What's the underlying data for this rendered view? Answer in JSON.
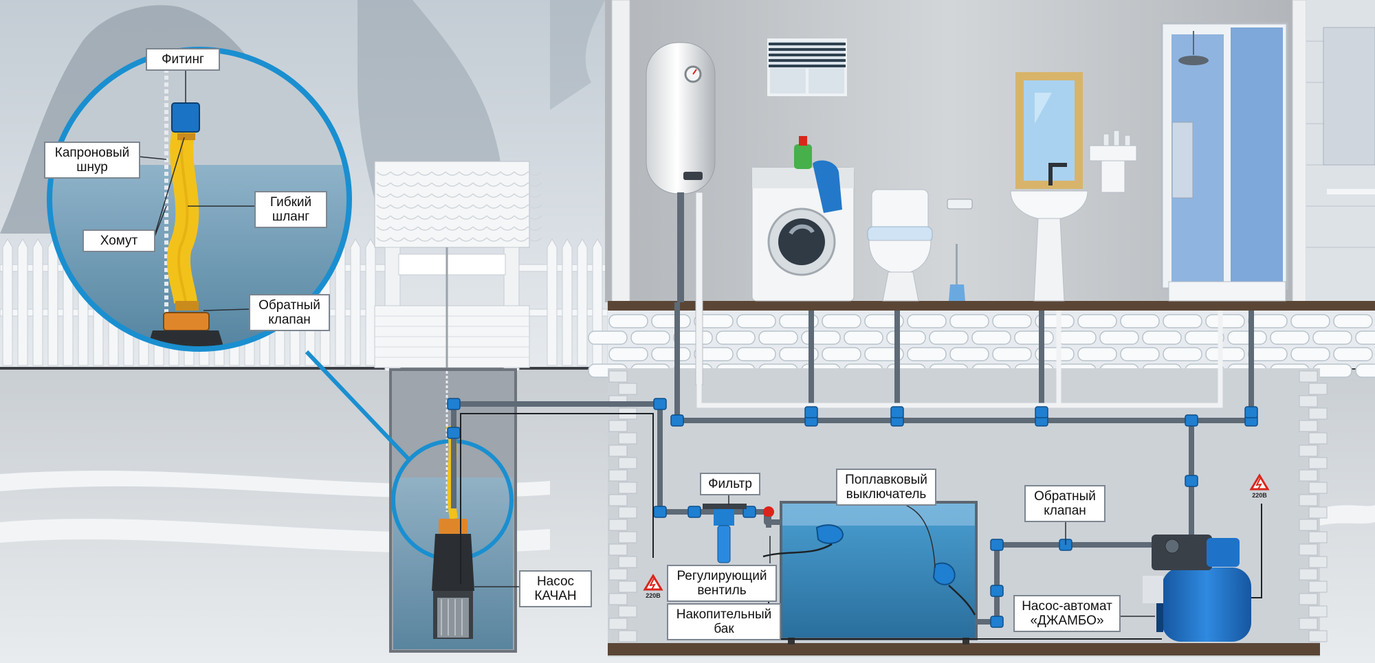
{
  "labels": {
    "fitting": "Фитинг",
    "nylon_cord": [
      "Капроновый",
      "шнур"
    ],
    "flexible_hose": [
      "Гибкий",
      "шланг"
    ],
    "clamp": "Хомут",
    "check_valve_zoom": [
      "Обратный",
      "клапан"
    ],
    "filter": "Фильтр",
    "float_switch": [
      "Поплавковый",
      "выключатель"
    ],
    "check_valve_main": [
      "Обратный",
      "клапан"
    ],
    "regulating_valve": [
      "Регулирующий",
      "вентиль"
    ],
    "pump_kachan": [
      "Насос",
      "КАЧАН"
    ],
    "storage_tank": [
      "Накопительный",
      "бак"
    ],
    "pump_dzhambo": [
      "Насос-автомат",
      "«ДЖАМБО»"
    ],
    "voltage_left": "220В",
    "voltage_right": "220В"
  },
  "colors": {
    "pipe": "#5e6a76",
    "fitting_blue": "#1f7fd1",
    "water": "#3a8fc4",
    "hose_yellow": "#f2c21b",
    "pump_blue": "#1e73c9",
    "zoom_ring": "#1a8fd0",
    "warning_red": "#d9261c"
  },
  "icons": [
    "high-voltage-warning-icon",
    "pressure-gauge-icon",
    "shower-head-icon"
  ]
}
